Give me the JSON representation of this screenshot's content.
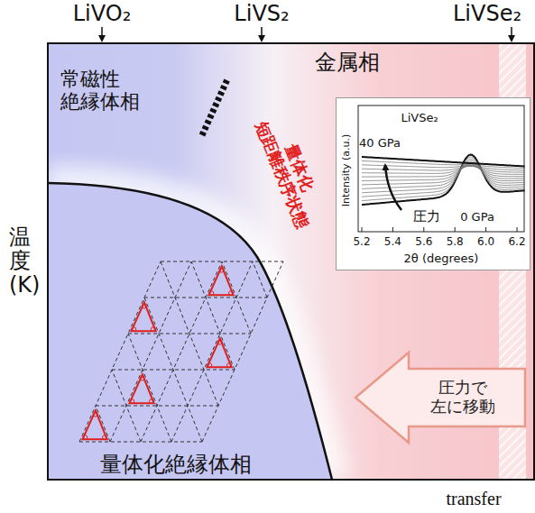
{
  "diagram": {
    "nodes": [
      {
        "text": [
          "LiVSe₂",
          "40 GPa",
          "0 GPa",
          "圧力",
          "Intensity (a.u.)",
          "5.2",
          "5.4",
          "5.6",
          "5.8",
          "6.0",
          "6.2",
          "2θ (degrees)"
        ]
      },
      {
        "text": [
          "圧力で 左に移動"
        ]
      }
    ],
    "labels": [
      "LiVO₂",
      "LiVS₂",
      "LiVSe₂",
      "常磁性 絶縁体相",
      "金属相",
      "量体化 短距離秩序状態",
      "温度 (K)",
      "量体化絶縁体相",
      "transfer"
    ]
  }
}
